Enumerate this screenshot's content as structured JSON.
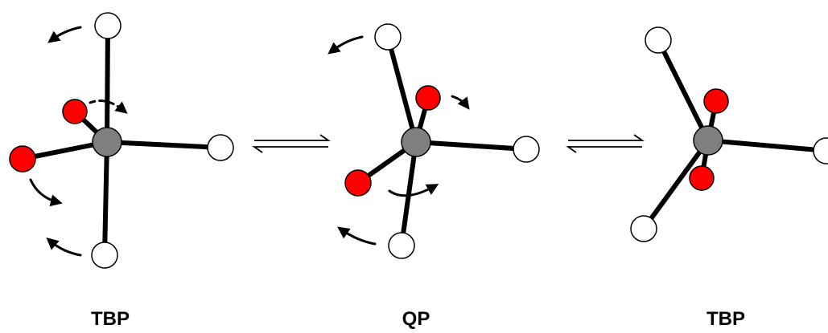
{
  "labels": {
    "left": "TBP",
    "middle": "QP",
    "right": "TBP"
  },
  "colors": {
    "central_atom": "#7f7f7f",
    "red_ligand": "#ff0000",
    "white_ligand": "#ffffff",
    "bond": "#000000",
    "outline": "#000000"
  }
}
